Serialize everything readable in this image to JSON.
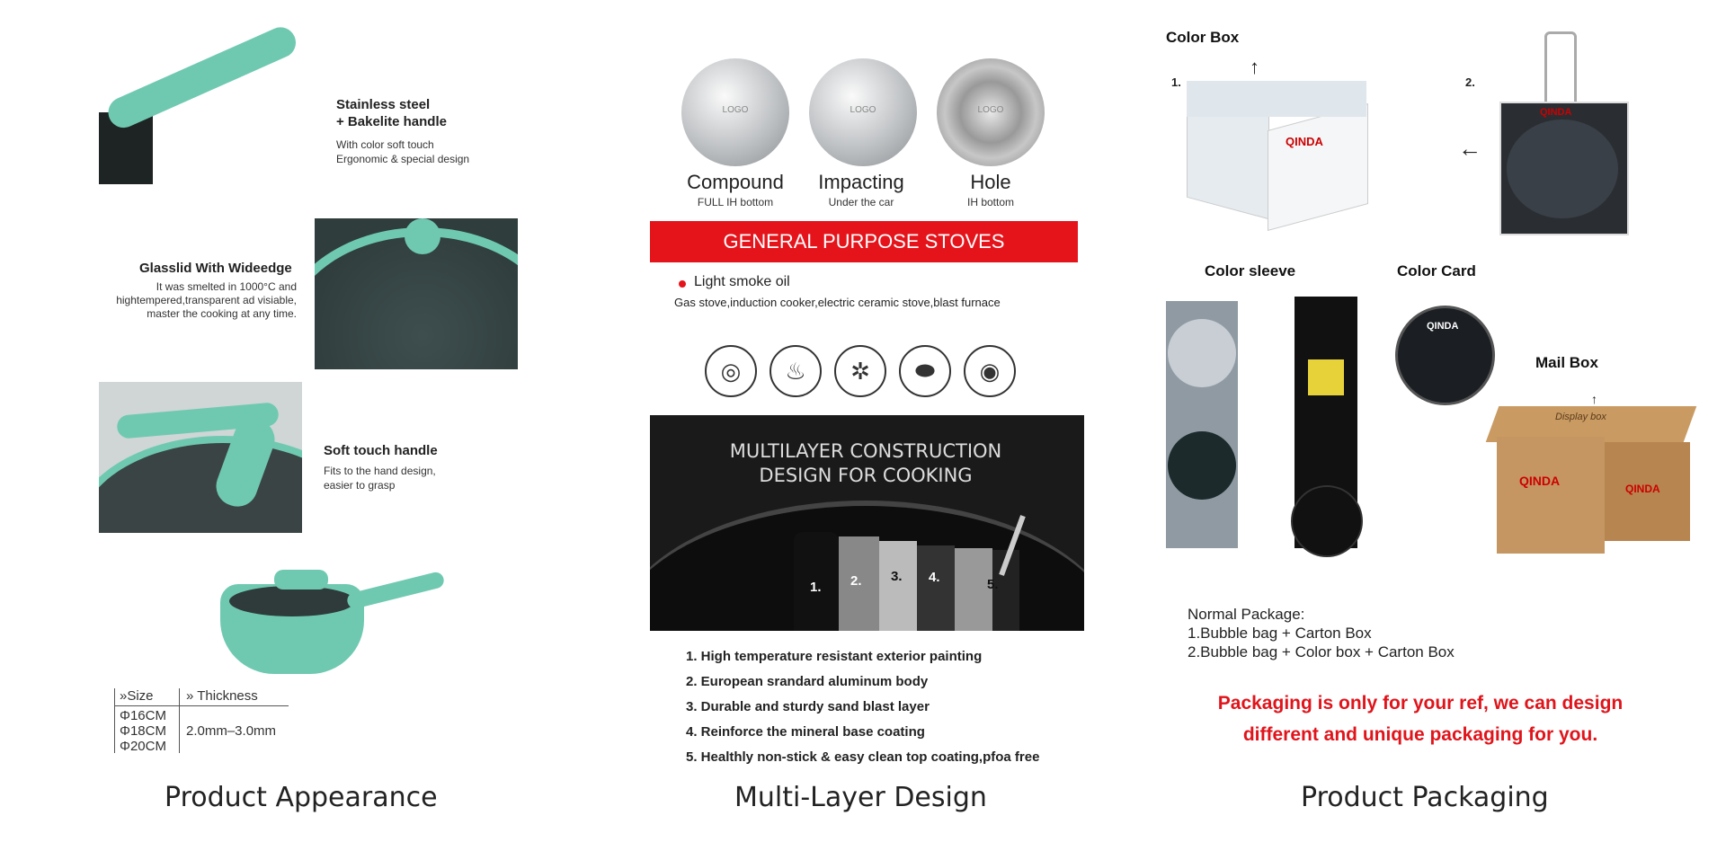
{
  "appearance": {
    "handle_title1": "Stainless steel",
    "handle_title2": "+ Bakelite handle",
    "handle_desc1": "With color soft touch",
    "handle_desc2": "Ergonomic & special design",
    "lid_title": "Glasslid With Wideedge",
    "lid_desc1": "It was smelted in 1000°C and",
    "lid_desc2": "hightempered,transparent ad visiable,",
    "lid_desc3": "master the cooking at any time.",
    "soft_title": "Soft touch handle",
    "soft_desc1": "Fits to the hand design,",
    "soft_desc2": "easier to grasp",
    "table": {
      "size_header": "»Size",
      "thickness_header": "» Thickness",
      "sizes": [
        "Φ16CM",
        "Φ18CM",
        "Φ20CM"
      ],
      "thickness": "2.0mm–3.0mm"
    },
    "caption": "Product Appearance"
  },
  "multilayer": {
    "bottoms": [
      {
        "logo": "LOGO",
        "name": "Compound",
        "sub": "FULL IH bottom"
      },
      {
        "logo": "LOGO",
        "name": "Impacting",
        "sub": "Under the car"
      },
      {
        "logo": "LOGO",
        "name": "Hole",
        "sub": "IH bottom"
      }
    ],
    "banner": "GENERAL PURPOSE STOVES",
    "bullet": "Light smoke oil",
    "stoves": "Gas stove,induction cooker,electric ceramic stove,blast furnace",
    "stove_icons": [
      "induction-coil-icon",
      "flame-icon",
      "gas-burner-icon",
      "ceramic-plate-icon",
      "electric-hob-icon"
    ],
    "construction_line1": "MULTILAYER CONSTRUCTION",
    "construction_line2": "DESIGN FOR COOKING",
    "layer_marks": [
      "1.",
      "2.",
      "3.",
      "4.",
      "5."
    ],
    "layers": [
      "1. High temperature resistant exterior painting",
      "2. European srandard aluminum body",
      "3. Durable and sturdy sand blast layer",
      "4. Reinforce the mineral base coating",
      "5. Healthly non-stick & easy clean top coating,pfoa free"
    ],
    "caption": "Multi-Layer Design"
  },
  "packaging": {
    "color_box": "Color Box",
    "num1": "1.",
    "num2": "2.",
    "brand": "QINDA",
    "color_sleeve": "Color sleeve",
    "color_card": "Color Card",
    "mail_box": "Mail Box",
    "display_box": "Display box",
    "normal_title": "Normal Package:",
    "normal_1": "1.Bubble bag + Carton Box",
    "normal_2": "2.Bubble bag + Color box + Carton Box",
    "notice1": "Packaging is only for your ref, we can design",
    "notice2": "different and unique packaging for you.",
    "caption": "Product Packaging"
  },
  "colors": {
    "accent_red": "#e5141b",
    "teal": "#6fc9b0",
    "notice_red": "#e0141b"
  }
}
